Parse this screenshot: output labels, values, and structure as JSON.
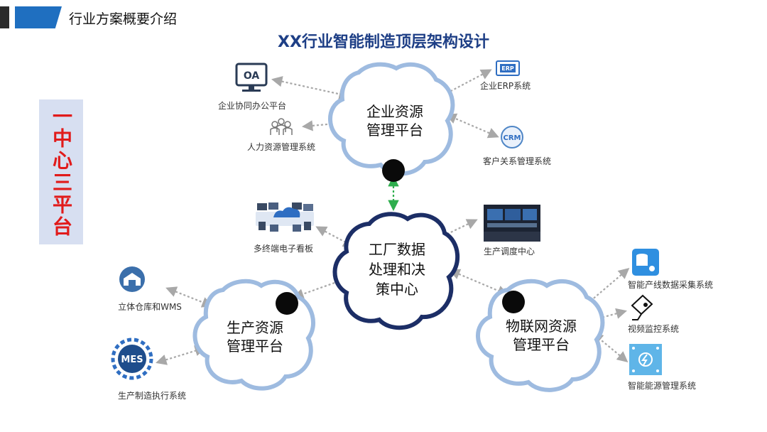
{
  "header": {
    "title": "行业方案概要介绍"
  },
  "main_title": "XX行业智能制造顶层架构设计",
  "side_label": "一中心三平台",
  "center": {
    "lines": [
      "工厂数据",
      "处理和决",
      "策中心"
    ]
  },
  "platforms": {
    "erp": {
      "lines": [
        "企业资源",
        "管理平台"
      ]
    },
    "production": {
      "lines": [
        "生产资源",
        "管理平台"
      ]
    },
    "iot": {
      "lines": [
        "物联网资源",
        "管理平台"
      ]
    }
  },
  "nodes": {
    "oa": {
      "icon_text": "OA",
      "label": "企业协同办公平台"
    },
    "hr": {
      "label": "人力资源管理系统"
    },
    "erp": {
      "icon_text": "ERP",
      "label": "企业ERP系统"
    },
    "crm": {
      "icon_text": "CRM",
      "label": "客户关系管理系统"
    },
    "screen": {
      "label": "多终端电子看板"
    },
    "dispatch": {
      "label": "生产调度中心"
    },
    "warehouse": {
      "label": "立体仓库和WMS"
    },
    "mes": {
      "icon_text": "MES",
      "label": "生产制造执行系统"
    },
    "line_data": {
      "label": "智能产线数据采集系统"
    },
    "video": {
      "label": "视频监控系统"
    },
    "energy": {
      "label": "智能能源管理系统"
    }
  },
  "colors": {
    "accent_blue": "#1f6fc0",
    "cloud_light": "#9ebbe0",
    "cloud_dark": "#1c2e66",
    "title": "#1e3f86",
    "side_text": "#e11b1b",
    "arrow_gray": "#a8a8a8",
    "arrow_green": "#2fae4e"
  }
}
